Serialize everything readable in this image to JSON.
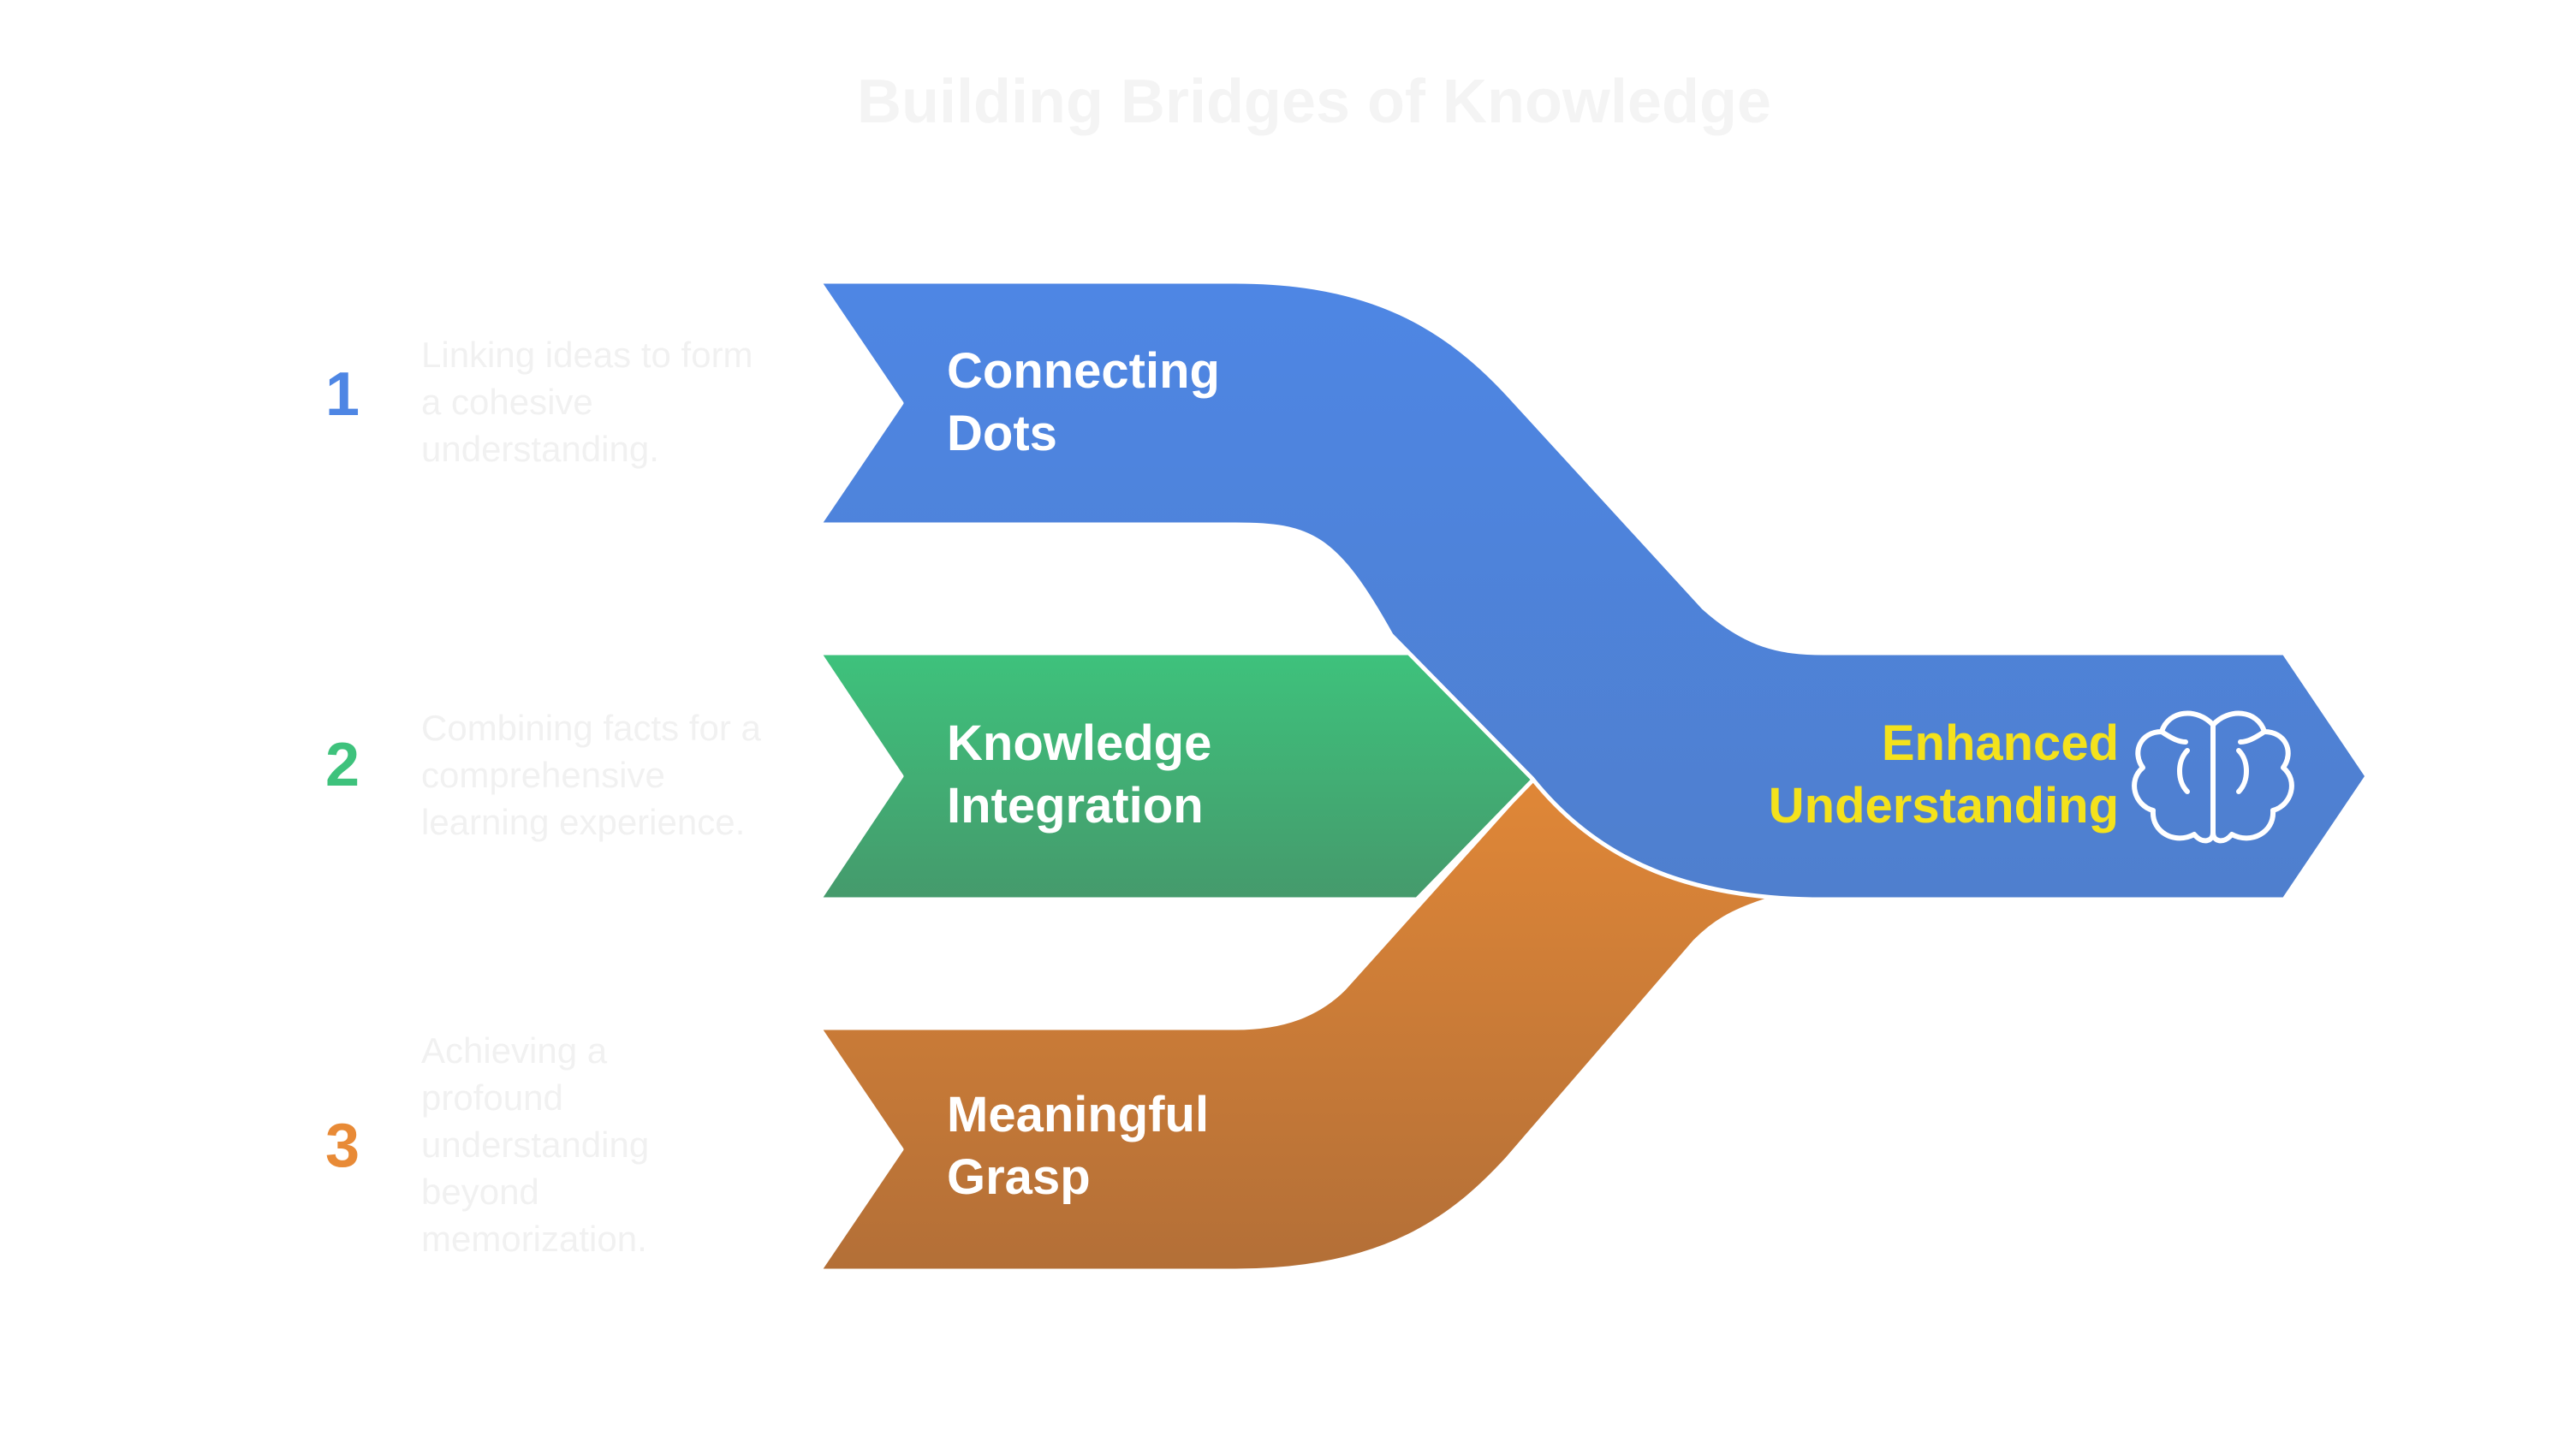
{
  "title": "Building Bridges of Knowledge",
  "steps": [
    {
      "number": "1",
      "label": "Connecting\nDots",
      "description": "Linking ideas to form a cohesive understanding.",
      "color": "#4e86e4"
    },
    {
      "number": "2",
      "label": "Knowledge\nIntegration",
      "description": "Combining facts for a comprehensive learning experience.",
      "color": "#3ec27c"
    },
    {
      "number": "3",
      "label": "Meaningful\nGrasp",
      "description": "Achieving a profound understanding beyond memorization.",
      "color": "#e88a36"
    }
  ],
  "outcome": {
    "label": "Enhanced\nUnderstanding",
    "color": "#f4e21c",
    "icon": "brain-icon"
  },
  "colors": {
    "blue_top": "#4e86e4",
    "blue_bottom": "#4f7fce",
    "green_top": "#3ec27c",
    "green_bottom": "#459a6c",
    "orange_top": "#e08737",
    "orange_bottom": "#b36f37"
  }
}
